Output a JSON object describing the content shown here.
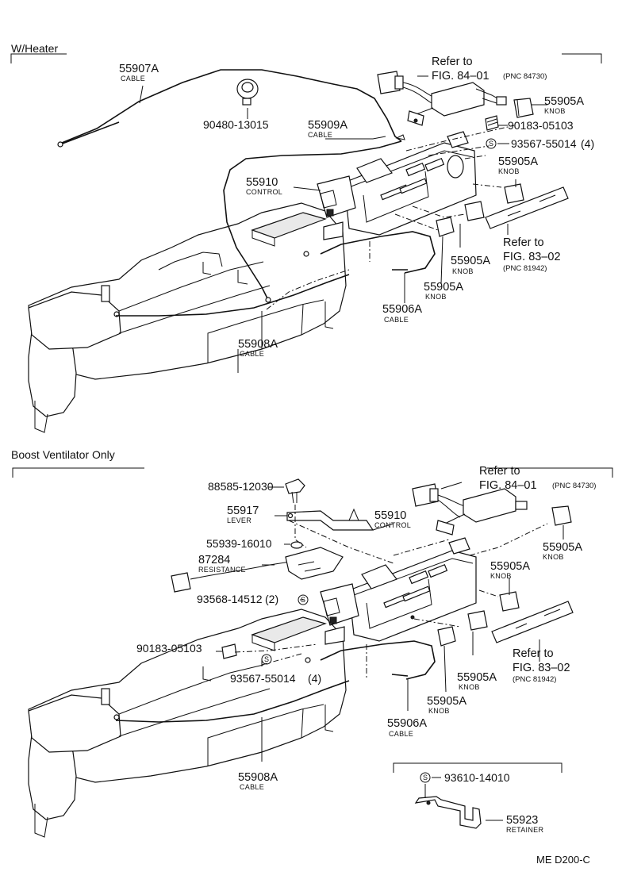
{
  "sections": {
    "heater": {
      "title": "W/Heater"
    },
    "boost": {
      "title": "Boost Ventilator Only"
    }
  },
  "heater_labels": {
    "cable_55907A": {
      "pn": "55907A",
      "name": "CABLE"
    },
    "bolt_90480": {
      "pn": "90480-13015"
    },
    "cable_55909A": {
      "pn": "55909A",
      "name": "CABLE"
    },
    "control_55910": {
      "pn": "55910",
      "name": "CONTROL"
    },
    "ref_84": {
      "line1": "Refer to",
      "line2": "FIG. 84–01",
      "pnc": "(PNC 84730)"
    },
    "knob_top": {
      "pn": "55905A",
      "name": "KNOB"
    },
    "clip_90183": {
      "pn": "90183-05103"
    },
    "screw_93567": {
      "pn": "93567-55014",
      "qty": "(4)"
    },
    "knob_right": {
      "pn": "55905A",
      "name": "KNOB"
    },
    "ref_83": {
      "line1": "Refer to",
      "line2": "FIG. 83–02",
      "pnc": "(PNC 81942)"
    },
    "knob_mid": {
      "pn": "55905A",
      "name": "KNOB"
    },
    "knob_low": {
      "pn": "55905A",
      "name": "KNOB"
    },
    "cable_55906A": {
      "pn": "55906A",
      "name": "CABLE"
    },
    "cable_55908A": {
      "pn": "55908A",
      "name": "CABLE"
    }
  },
  "boost_labels": {
    "clip_88585": {
      "pn": "88585-12030"
    },
    "lever_55917": {
      "pn": "55917",
      "name": "LEVER"
    },
    "control_55910": {
      "pn": "55910",
      "name": "CONTROL"
    },
    "ref_84": {
      "line1": "Refer to",
      "line2": "FIG. 84–01",
      "pnc": "(PNC 84730)"
    },
    "nut_55939": {
      "pn": "55939-16010"
    },
    "resistance_87284": {
      "pn": "87284",
      "name": "RESISTANCE"
    },
    "screw_93568": {
      "pn": "93568-14512",
      "qty": "(2)"
    },
    "knob_top": {
      "pn": "55905A",
      "name": "KNOB"
    },
    "knob_right": {
      "pn": "55905A",
      "name": "KNOB"
    },
    "clip_90183": {
      "pn": "90183-05103"
    },
    "screw_93567": {
      "pn": "93567-55014",
      "qty": "(4)"
    },
    "knob_mid": {
      "pn": "55905A",
      "name": "KNOB"
    },
    "ref_83": {
      "line1": "Refer to",
      "line2": "FIG. 83–02",
      "pnc": "(PNC 81942)"
    },
    "knob_low": {
      "pn": "55905A",
      "name": "KNOB"
    },
    "cable_55906A": {
      "pn": "55906A",
      "name": "CABLE"
    },
    "cable_55908A": {
      "pn": "55908A",
      "name": "CABLE"
    },
    "screw_93610": {
      "pn": "93610-14010"
    },
    "retainer_55923": {
      "pn": "55923",
      "name": "RETAINER"
    }
  },
  "screw_symbol": "S",
  "figure_code": "ME D200-C"
}
